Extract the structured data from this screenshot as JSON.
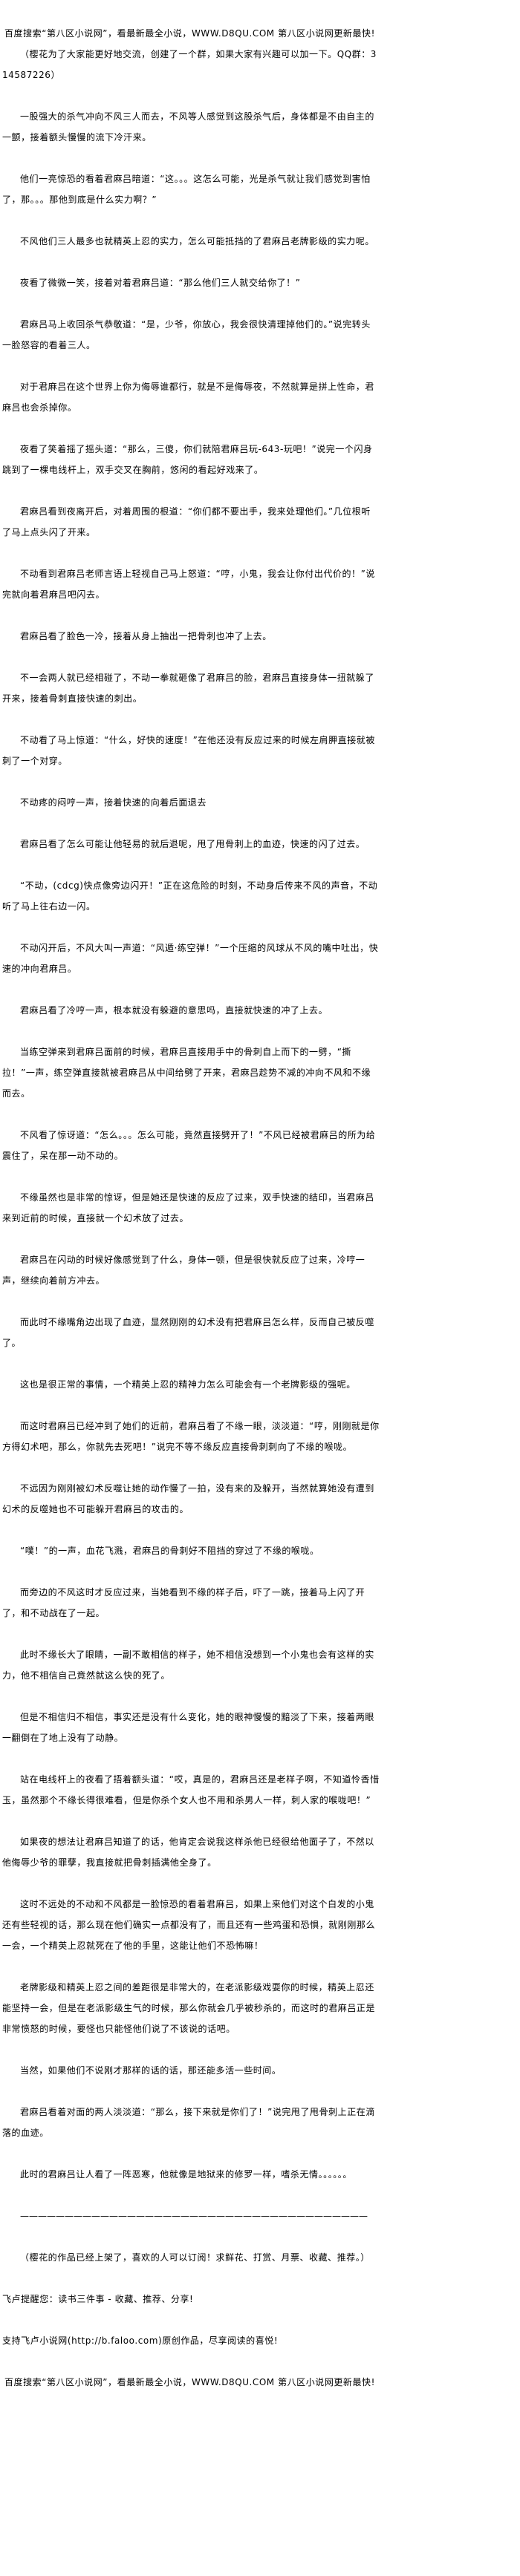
{
  "header": {
    "top_banner": "百度搜索“第八区小说网”，看最新最全小说，WWW.D8QU.COM   第八区小说网更新最快!",
    "intro_note": "（樱花为了大家能更好地交流，创建了一个群，如果大家有兴趣可以加一下。QQ群：314587226）"
  },
  "paragraphs": [
    "一股强大的杀气冲向不风三人而去，不风等人感觉到这股杀气后，身体都是不由自主的一颤，接着额头慢慢的流下冷汗来。",
    "他们一亮惊恐的看着君麻吕暗道：“这。。。这怎么可能，光是杀气就让我们感觉到害怕了，那。。。那他到底是什么实力啊？”",
    "不风他们三人最多也就精英上忍的实力，怎么可能抵挡的了君麻吕老牌影级的实力呢。",
    "夜看了微微一笑，接着对着君麻吕道：“那么他们三人就交给你了！”",
    "君麻吕马上收回杀气恭敬道：“是，少爷，你放心，我会很快清理掉他们的。”说完转头一脸怒容的看着三人。",
    "对于君麻吕在这个世界上你为侮辱谁都行，就是不是侮辱夜，不然就算是拼上性命，君麻吕也会杀掉你。",
    "夜看了笑着摇了摇头道：“那么，三傻，你们就陪君麻吕玩-643-玩吧！”说完一个闪身跳到了一棵电线杆上，双手交叉在胸前，悠闲的看起好戏来了。",
    "君麻吕看到夜离开后，对着周围的根道：“你们都不要出手，我来处理他们。”几位根听了马上点头闪了开来。",
    "不动看到君麻吕老师言语上轻视自己马上怒道：“哼，小鬼，我会让你付出代价的！”说完就向着君麻吕吧闪去。",
    "君麻吕看了脸色一冷，接着从身上抽出一把骨刺也冲了上去。",
    "不一会两人就已经相碰了，不动一拳就砸像了君麻吕的脸，君麻吕直接身体一扭就躲了开来，接着骨刺直接快速的刺出。",
    "不动看了马上惊道：“什么，好快的速度！”在他还没有反应过来的时候左肩胛直接就被刺了一个对穿。",
    "不动疼的闷哼一声，接着快速的向着后面退去",
    "君麻吕看了怎么可能让他轻易的就后退呢，甩了甩骨刺上的血迹，快速的闪了过去。",
    "“不动，(cdcg)快点像旁边闪开！”正在这危险的时刻，不动身后传来不风的声音，不动听了马上往右边一闪。",
    "不动闪开后，不风大叫一声道：“风遁·练空弹！”一个压缩的风球从不风的嘴中吐出，快速的冲向君麻吕。",
    "君麻吕看了冷哼一声，根本就没有躲避的意思吗，直接就快速的冲了上去。",
    "当练空弹来到君麻吕面前的时候，君麻吕直接用手中的骨刺自上而下的一劈，“撕拉！”一声，练空弹直接就被君麻吕从中间给劈了开来，君麻吕趁势不减的冲向不风和不缘而去。",
    "不风看了惊讶道：“怎么。。。怎么可能，竟然直接劈开了！”不风已经被君麻吕的所为给震住了，呆在那一动不动的。",
    "不缘虽然也是非常的惊讶，但是她还是快速的反应了过来，双手快速的结印，当君麻吕来到近前的时候，直接就一个幻术放了过去。",
    "君麻吕在闪动的时候好像感觉到了什么，身体一顿，但是很快就反应了过来，冷哼一声，继续向着前方冲去。",
    "而此时不缘嘴角边出现了血迹，显然刚刚的幻术没有把君麻吕怎么样，反而自己被反噬了。",
    "这也是很正常的事情，一个精英上忍的精神力怎么可能会有一个老牌影级的强呢。",
    "而这时君麻吕已经冲到了她们的近前，君麻吕看了不缘一眼，淡淡道：“哼，刚刚就是你方得幻术吧，那么，你就先去死吧！”说完不等不缘反应直接骨刺刺向了不缘的喉咙。",
    "不远因为刚刚被幻术反噬让她的动作慢了一拍，没有来的及躲开，当然就算她没有遭到幻术的反噬她也不可能躲开君麻吕的攻击的。",
    "“噗！”的一声，血花飞溅，君麻吕的骨刺好不阻挡的穿过了不缘的喉咙。",
    "而旁边的不风这时才反应过来，当她看到不缘的样子后，吓了一跳，接着马上闪了开了，和不动战在了一起。",
    "此时不缘长大了眼睛，一副不敢相信的样子，她不相信没想到一个小鬼也会有这样的实力，他不相信自己竟然就这么快的死了。",
    "但是不相信归不相信，事实还是没有什么变化，她的眼神慢慢的黯淡了下来，接着两眼一翻倒在了地上没有了动静。",
    "站在电线杆上的夜看了捂着额头道：“哎，真是的，君麻吕还是老样子啊，不知道怜香惜玉，虽然那个不缘长得很难看，但是你杀个女人也不用和杀男人一样，刺人家的喉咙吧！”",
    "如果夜的想法让君麻吕知道了的话，他肯定会说我这样杀他已经很给他面子了，不然以他侮辱少爷的罪孽，我直接就把骨刺插满他全身了。",
    "这时不远处的不动和不风都是一脸惊恐的看着君麻吕，如果上来他们对这个白发的小鬼还有些轻视的话，那么现在他们确实一点都没有了，而且还有一些鸡蛋和恐惧，就刚刚那么一会，一个精英上忍就死在了他的手里，这能让他们不恐怖嘛！",
    "老牌影级和精英上忍之间的差距很是非常大的，在老派影级戏耍你的时候，精英上忍还能坚持一会，但是在老派影级生气的时候，那么你就会几乎被秒杀的，而这时的君麻吕正是非常愤怒的时候，要怪也只能怪他们说了不该说的话吧。",
    "当然，如果他们不说刚才那样的话的话，那还能多活一些时间。",
    "君麻吕看着对面的两人淡淡道：“那么，接下来就是你们了！”说完甩了甩骨刺上正在滴落的血迹。",
    "此时的君麻吕让人看了一阵恶寒，他就像是地狱来的修罗一样，嗜杀无情。。。。。。"
  ],
  "separator": "———————————————————————————————————————",
  "footer": {
    "author_note": "（樱花的作品已经上架了，喜欢的人可以订阅！求鲜花、打赏、月票、收藏、推荐。）",
    "reminder": "飞卢提醒您：读书三件事 - 收藏、推荐、分享!",
    "support": "支持飞卢小说网(http://b.faloo.com)原创作品，尽享阅读的喜悦!",
    "bottom_banner": "百度搜索“第八区小说网”，看最新最全小说，WWW.D8QU.COM   第八区小说网更新最快!"
  }
}
